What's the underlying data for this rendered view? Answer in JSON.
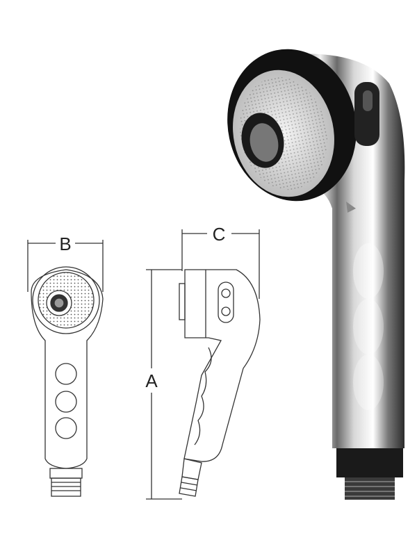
{
  "dimensions": {
    "a_label": "A",
    "b_label": "B",
    "c_label": "C"
  },
  "colors": {
    "line": "#333333",
    "chrome_dark": "#2a2a2a",
    "chrome_light": "#e8e8e8",
    "black_ring": "#111111"
  }
}
